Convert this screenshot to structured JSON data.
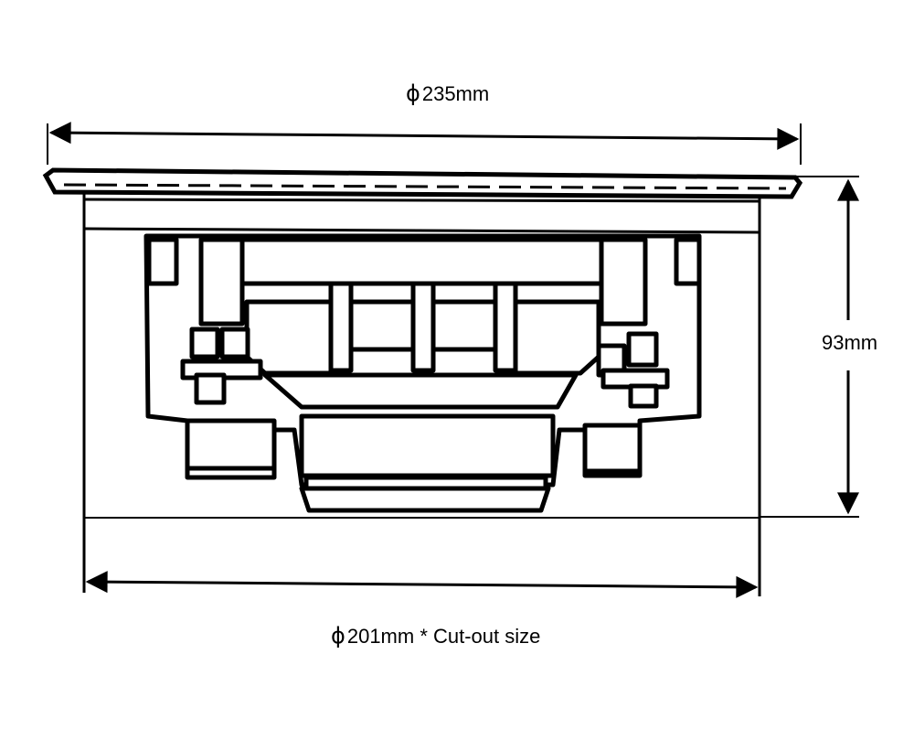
{
  "dimensions": {
    "top": {
      "symbol": "ϕ",
      "value": "235mm"
    },
    "height": {
      "value": "93mm"
    },
    "bottom": {
      "symbol": "ϕ",
      "value": "201mm * Cut-out size"
    }
  },
  "colors": {
    "line": "#000000",
    "background": "#ffffff"
  }
}
